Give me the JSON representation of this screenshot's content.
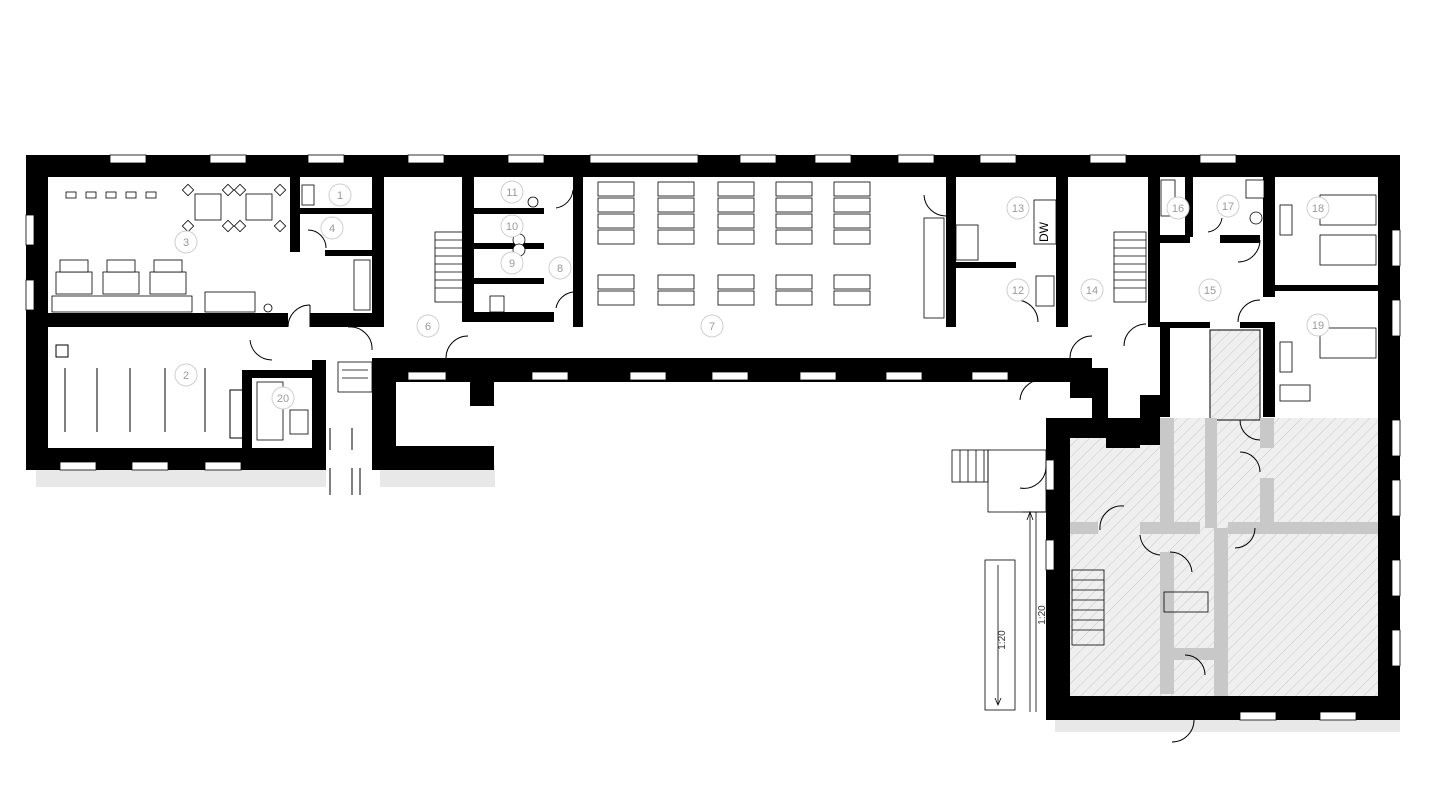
{
  "rooms": [
    {
      "id": "room-1",
      "label": "1"
    },
    {
      "id": "room-2",
      "label": "2"
    },
    {
      "id": "room-3",
      "label": "3"
    },
    {
      "id": "room-4",
      "label": "4"
    },
    {
      "id": "room-6",
      "label": "6"
    },
    {
      "id": "room-7",
      "label": "7"
    },
    {
      "id": "room-8",
      "label": "8"
    },
    {
      "id": "room-9",
      "label": "9"
    },
    {
      "id": "room-10",
      "label": "10"
    },
    {
      "id": "room-11",
      "label": "11"
    },
    {
      "id": "room-12",
      "label": "12"
    },
    {
      "id": "room-13",
      "label": "13"
    },
    {
      "id": "room-14",
      "label": "14"
    },
    {
      "id": "room-15",
      "label": "15"
    },
    {
      "id": "room-16",
      "label": "16"
    },
    {
      "id": "room-17",
      "label": "17"
    },
    {
      "id": "room-18",
      "label": "18"
    },
    {
      "id": "room-19",
      "label": "19"
    },
    {
      "id": "room-20",
      "label": "20"
    }
  ],
  "appliances": {
    "dishwasher": "DW"
  },
  "ramp": {
    "slope_label_a": "1:20",
    "slope_label_b": "1:20"
  },
  "colors": {
    "wall": "#000000",
    "shadow": "#e6e6e6",
    "hatched_zone": "#eeeeee",
    "partition_gray": "#c8c8c8",
    "room_number": "#9a9a9a"
  }
}
